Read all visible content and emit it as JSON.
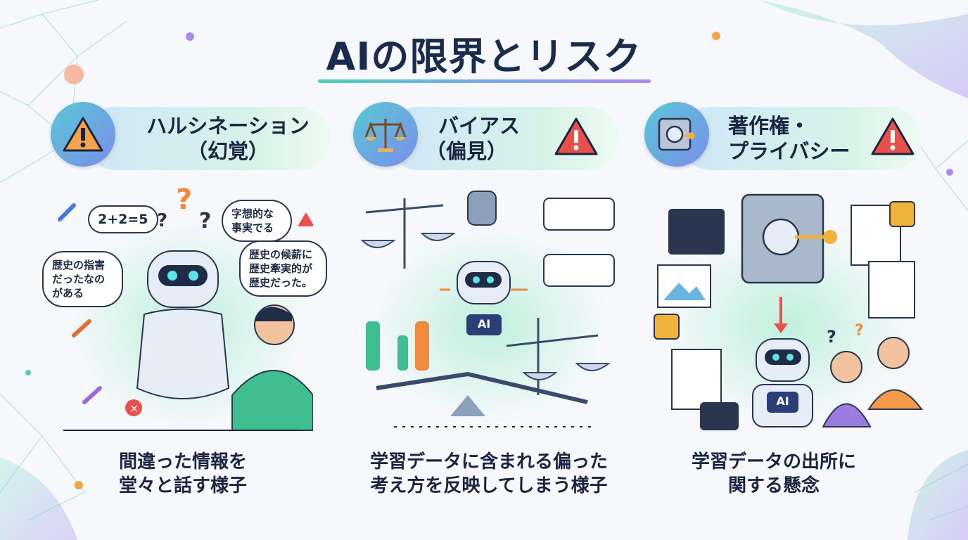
{
  "title": "AIの限界とリスク",
  "sections": [
    {
      "heading_line1": "ハルシネーション",
      "heading_line2": "（幻覚）",
      "icon": "warning-icon",
      "caption_line1": "間違った情報を",
      "caption_line2": "堂々と話す様子",
      "bubbles": [
        "2+2=5",
        "字想的な事実でる",
        "歴史の候薪に歴史牽実的が歴史だった。",
        "歴史の指害だったなのがある"
      ]
    },
    {
      "heading_line1": "バイアス",
      "heading_line2": "（偏見）",
      "icon": "scales-icon",
      "caption_line1": "学習データに含まれる偏った",
      "caption_line2": "考え方を反映してしまう様子",
      "robot_label": "AI"
    },
    {
      "heading_line1": "著作権・",
      "heading_line2": "プライバシー",
      "icon": "safe-icon",
      "caption_line1": "学習データの出所に",
      "caption_line2": "関する懸念",
      "robot_label": "AI"
    }
  ],
  "colors": {
    "accent_teal": "#4fd1b5",
    "accent_purple": "#a98bf0",
    "warning_red": "#e8514a",
    "warning_orange": "#f5a34a",
    "navy": "#1b2b4d"
  }
}
